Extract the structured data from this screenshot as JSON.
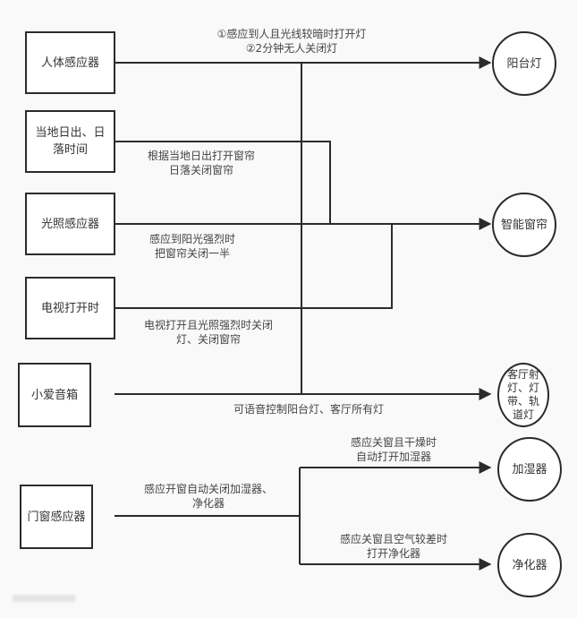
{
  "diagram": {
    "sources": [
      {
        "id": "body-sensor",
        "label": "人体感应器"
      },
      {
        "id": "sunrise-sunset",
        "label": "当地日出、日落时间"
      },
      {
        "id": "light-sensor",
        "label": "光照感应器"
      },
      {
        "id": "tv-on",
        "label": "电视打开时"
      },
      {
        "id": "xiaoai-speaker",
        "label": "小爱音箱"
      },
      {
        "id": "door-window-sensor",
        "label": "门窗感应器"
      }
    ],
    "targets": [
      {
        "id": "balcony-light",
        "label": "阳台灯"
      },
      {
        "id": "smart-curtain",
        "label": "智能窗帘"
      },
      {
        "id": "living-room-lights",
        "label": "客厅射灯、灯带、轨道灯"
      },
      {
        "id": "humidifier",
        "label": "加湿器"
      },
      {
        "id": "purifier",
        "label": "净化器"
      }
    ],
    "edge_labels": {
      "body_sensor": [
        "①感应到人且光线较暗时打开灯",
        "②2分钟无人关闭灯"
      ],
      "sunrise": [
        "根据当地日出打开窗帘",
        "日落关闭窗帘"
      ],
      "light_sensor": [
        "感应到阳光强烈时",
        "把窗帘关闭一半"
      ],
      "tv": [
        "电视打开且光照强烈时关闭",
        "灯、关闭窗帘"
      ],
      "speaker": [
        "可语音控制阳台灯、客厅所有灯"
      ],
      "door_window": [
        "感应开窗自动关闭加湿器、",
        "净化器"
      ],
      "humidifier": [
        "感应关窗且干燥时",
        "自动打开加湿器"
      ],
      "purifier": [
        "感应关窗且空气较差时",
        "打开净化器"
      ]
    }
  }
}
